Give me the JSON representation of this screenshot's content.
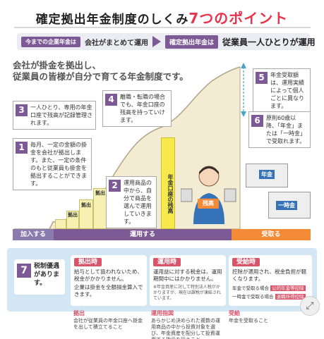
{
  "title": {
    "part1": "確定拠出年金制度のしくみ",
    "part2": "7つのポイント"
  },
  "compare": {
    "before_tag": "今までの企業年金は",
    "before_text": "会社がまとめて運用",
    "after_tag": "確定拠出年金は",
    "after_text": "従業員一人ひとりが運用"
  },
  "lead": {
    "line1": "会社が掛金を拠出し、",
    "line2": "従業員の皆様が自分で育てる年金制度です。"
  },
  "points": [
    {
      "num": "1",
      "text": "毎月、一定の金額の掛金を会社が拠出します。また、一定の条件のもと従業員も掛金を拠出することができます。"
    },
    {
      "num": "2",
      "text": "運用商品の中から、自分で商品を選んで運用していきます。"
    },
    {
      "num": "3",
      "text": "一人ひとり、専用の年金口座で残高が記録管理されます。"
    },
    {
      "num": "4",
      "text": "離職・転職の場合でも、年金口座の残高を持っていけます。"
    },
    {
      "num": "5",
      "text": "年金受取額は、運用実績によって個人ごとに異なります。"
    },
    {
      "num": "6",
      "text": "原則60歳以降、「年金」または「一時金」で受取れます。"
    }
  ],
  "bars": {
    "label": "拠出",
    "tall_label": "年金口座の残高"
  },
  "figure": {
    "balance_label": "残高",
    "pension_label": "年金",
    "lump_label": "一時金"
  },
  "phases": {
    "join": "加入する",
    "manage": "運用する",
    "receive": "受取る"
  },
  "point7": {
    "num": "7",
    "text": "税制優遇があります。"
  },
  "cards": {
    "contrib": {
      "head": "拠出時",
      "items": [
        "給与として扱われないため、税金がかかりません。",
        "企業は掛金を全額損金算入できます。"
      ]
    },
    "manage": {
      "head": "運用時",
      "items": [
        "運用益に対する税金は、運用期間中にはかかりません。"
      ],
      "note": "※年金資産に対して特別法人税がかかりますが、現在は課税が凍結されています。"
    },
    "receive": {
      "head": "受給時",
      "items": [
        "控除が適用され、税金負担が軽くなります。"
      ],
      "pension": "年金で受取る場合",
      "pension_tag": "公的年金等控除",
      "lump": "一時金で受取る場合",
      "lump_tag": "退職所得控除"
    }
  },
  "glossary": [
    {
      "term": "拠出",
      "text": "会社が従業員の年金口座へ掛金を出して積立てること"
    },
    {
      "term": "運用指図",
      "text": "あらかじめ決められた複数の運用商品の中から投資対象を選び、年金資産を配分して投資運用する指示を行うこと"
    },
    {
      "term": "受給",
      "text": "年金を受取ること"
    }
  ],
  "colors": {
    "purple": "#7d5a96",
    "orange": "#f28a36",
    "pink": "#d9546a",
    "yellow": "#f6e94c"
  }
}
